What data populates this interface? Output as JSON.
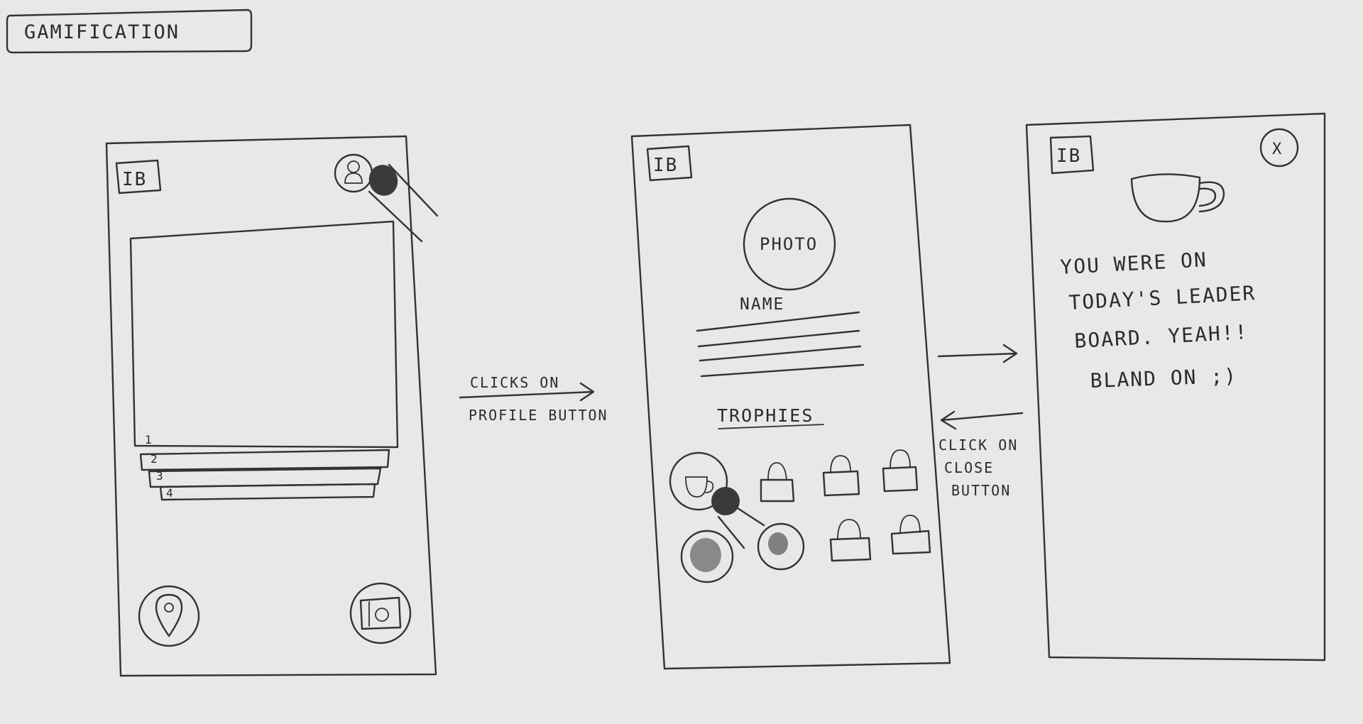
{
  "title": "GAMIFICATION",
  "screens": {
    "home": {
      "logo": "IB",
      "card_numbers": [
        "1",
        "2",
        "3",
        "4"
      ]
    },
    "profile": {
      "logo": "IB",
      "photo_label": "PHOTO",
      "name_label": "NAME",
      "trophies_label": "TROPHIES"
    },
    "leaderboard": {
      "logo": "IB",
      "close_glyph": "X",
      "message_lines": [
        "YOU WERE ON",
        "TODAY'S LEADER",
        "BOARD. YEAH!!",
        "BLAND ON ;)"
      ]
    }
  },
  "transitions": {
    "to_profile": [
      "CLICKS ON",
      "PROFILE BUTTON"
    ],
    "close": [
      "CLICK ON",
      "CLOSE",
      "BUTTON"
    ]
  }
}
